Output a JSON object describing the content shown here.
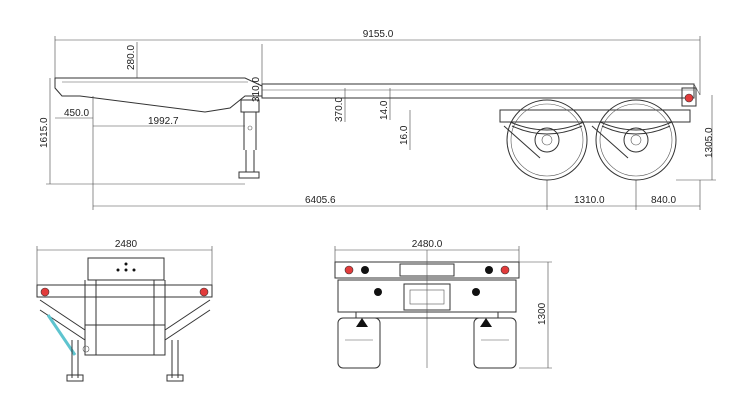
{
  "side_view": {
    "overall_length": "9155.0",
    "gooseneck_height": "280.0",
    "neck_drop": "310.0",
    "beam_height": "370.0",
    "flange_thickness": "14.0",
    "web_thickness": "16.0",
    "front_overhang": "450.0",
    "gooseneck_length": "1992.7",
    "total_height": "1615.0",
    "coupling_height": "1305.0",
    "kingpin_to_axle": "6405.6",
    "axle_spacing": "1310.0",
    "rear_overhang": "840.0"
  },
  "front_view": {
    "width": "2480"
  },
  "rear_view": {
    "width": "2480.0",
    "height": "1300"
  }
}
